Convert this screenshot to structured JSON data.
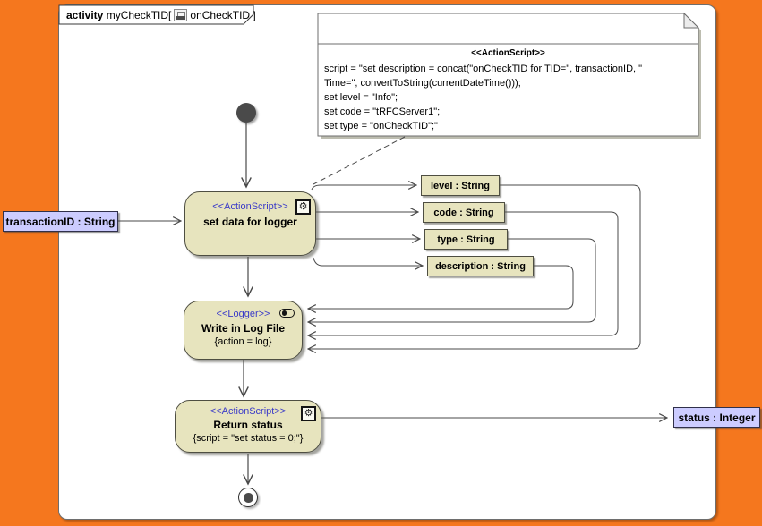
{
  "colors": {
    "canvas_orange": "#f5771e",
    "node_fill": "#e7e4be",
    "param_fill": "#ccccff",
    "stereotype_blue": "#3a3ac8",
    "edge_gray": "#4a4a4a"
  },
  "frame": {
    "title_keyword": "activity",
    "title_name": "myCheckTID[",
    "title_close": "onCheckTID ]"
  },
  "note": {
    "stereotype": "<<ActionScript>>",
    "lines": [
      "script = \"set description = concat(\"onCheckTID for TID=\", transactionID, \"",
      "Time=\", convertToString(currentDateTime()));",
      "set level = \"Info\";",
      "set code = \"tRFCServer1\";",
      "set type = \"onCheckTID\";\""
    ]
  },
  "nodes": {
    "set_data": {
      "stereotype": "<<ActionScript>>",
      "name": "set data for logger"
    },
    "logger": {
      "stereotype": "<<Logger>>",
      "name": "Write in Log File",
      "constraint": "{action = log}"
    },
    "return_status": {
      "stereotype": "<<ActionScript>>",
      "name": "Return status",
      "constraint": "{script = \"set status = 0;\"}"
    }
  },
  "pins": [
    {
      "label": "level : String"
    },
    {
      "label": "code : String"
    },
    {
      "label": "type : String"
    },
    {
      "label": "description : String"
    }
  ],
  "params": {
    "input": "transactionID : String",
    "output": "status : Integer"
  },
  "icons": {
    "gear_glyph": "⚙"
  }
}
